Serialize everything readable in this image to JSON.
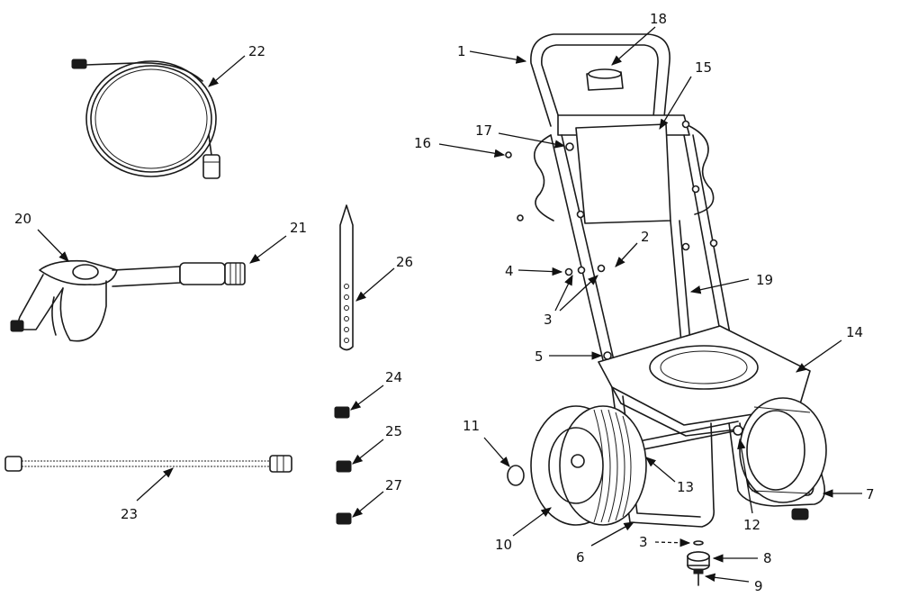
{
  "diagram": {
    "labels": [
      "1",
      "2",
      "3",
      "4",
      "5",
      "6",
      "7",
      "8",
      "9",
      "10",
      "11",
      "12",
      "13",
      "14",
      "15",
      "16",
      "17",
      "18",
      "19",
      "20",
      "21",
      "22",
      "23",
      "24",
      "25",
      "26",
      "27",
      "3"
    ],
    "parts": [
      {
        "id": "hose",
        "icon": "coiled-hose-icon"
      },
      {
        "id": "spray-gun",
        "icon": "spray-gun-icon"
      },
      {
        "id": "wand",
        "icon": "wand-icon"
      },
      {
        "id": "nozzle-holder",
        "icon": "nozzle-holder-icon"
      },
      {
        "id": "nozzle",
        "icon": "nozzle-icon"
      },
      {
        "id": "cart",
        "icon": "cart-frame-icon"
      }
    ]
  }
}
